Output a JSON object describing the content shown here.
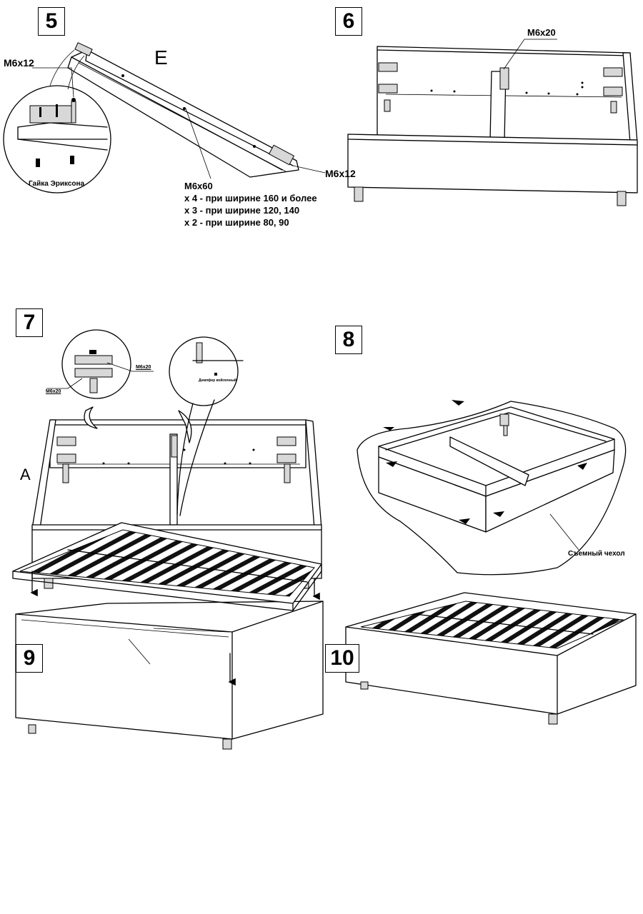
{
  "steps": [
    {
      "number": "5",
      "labels": {
        "bolt_top": "M6x12",
        "panel": "E",
        "bolt_side": "M6x12",
        "nut": "Гайка Эриксона",
        "long_bolt": "M6x60",
        "qty_1": "x 4 - при ширине 160 и более",
        "qty_2": "x 3 - при ширине 120, 140",
        "qty_3": "x 2 - при ширине 80, 90"
      }
    },
    {
      "number": "6",
      "labels": {
        "bolt": "M6x20"
      }
    },
    {
      "number": "7",
      "labels": {
        "corner": "A",
        "bolt_a": "M6x20",
        "bolt_b": "M6x20",
        "strip": "Демпфер войлочный"
      }
    },
    {
      "number": "8",
      "labels": {
        "cover": "Съемный чехол"
      }
    },
    {
      "number": "9"
    },
    {
      "number": "10"
    }
  ],
  "colors": {
    "line": "#000000",
    "background": "#ffffff"
  }
}
